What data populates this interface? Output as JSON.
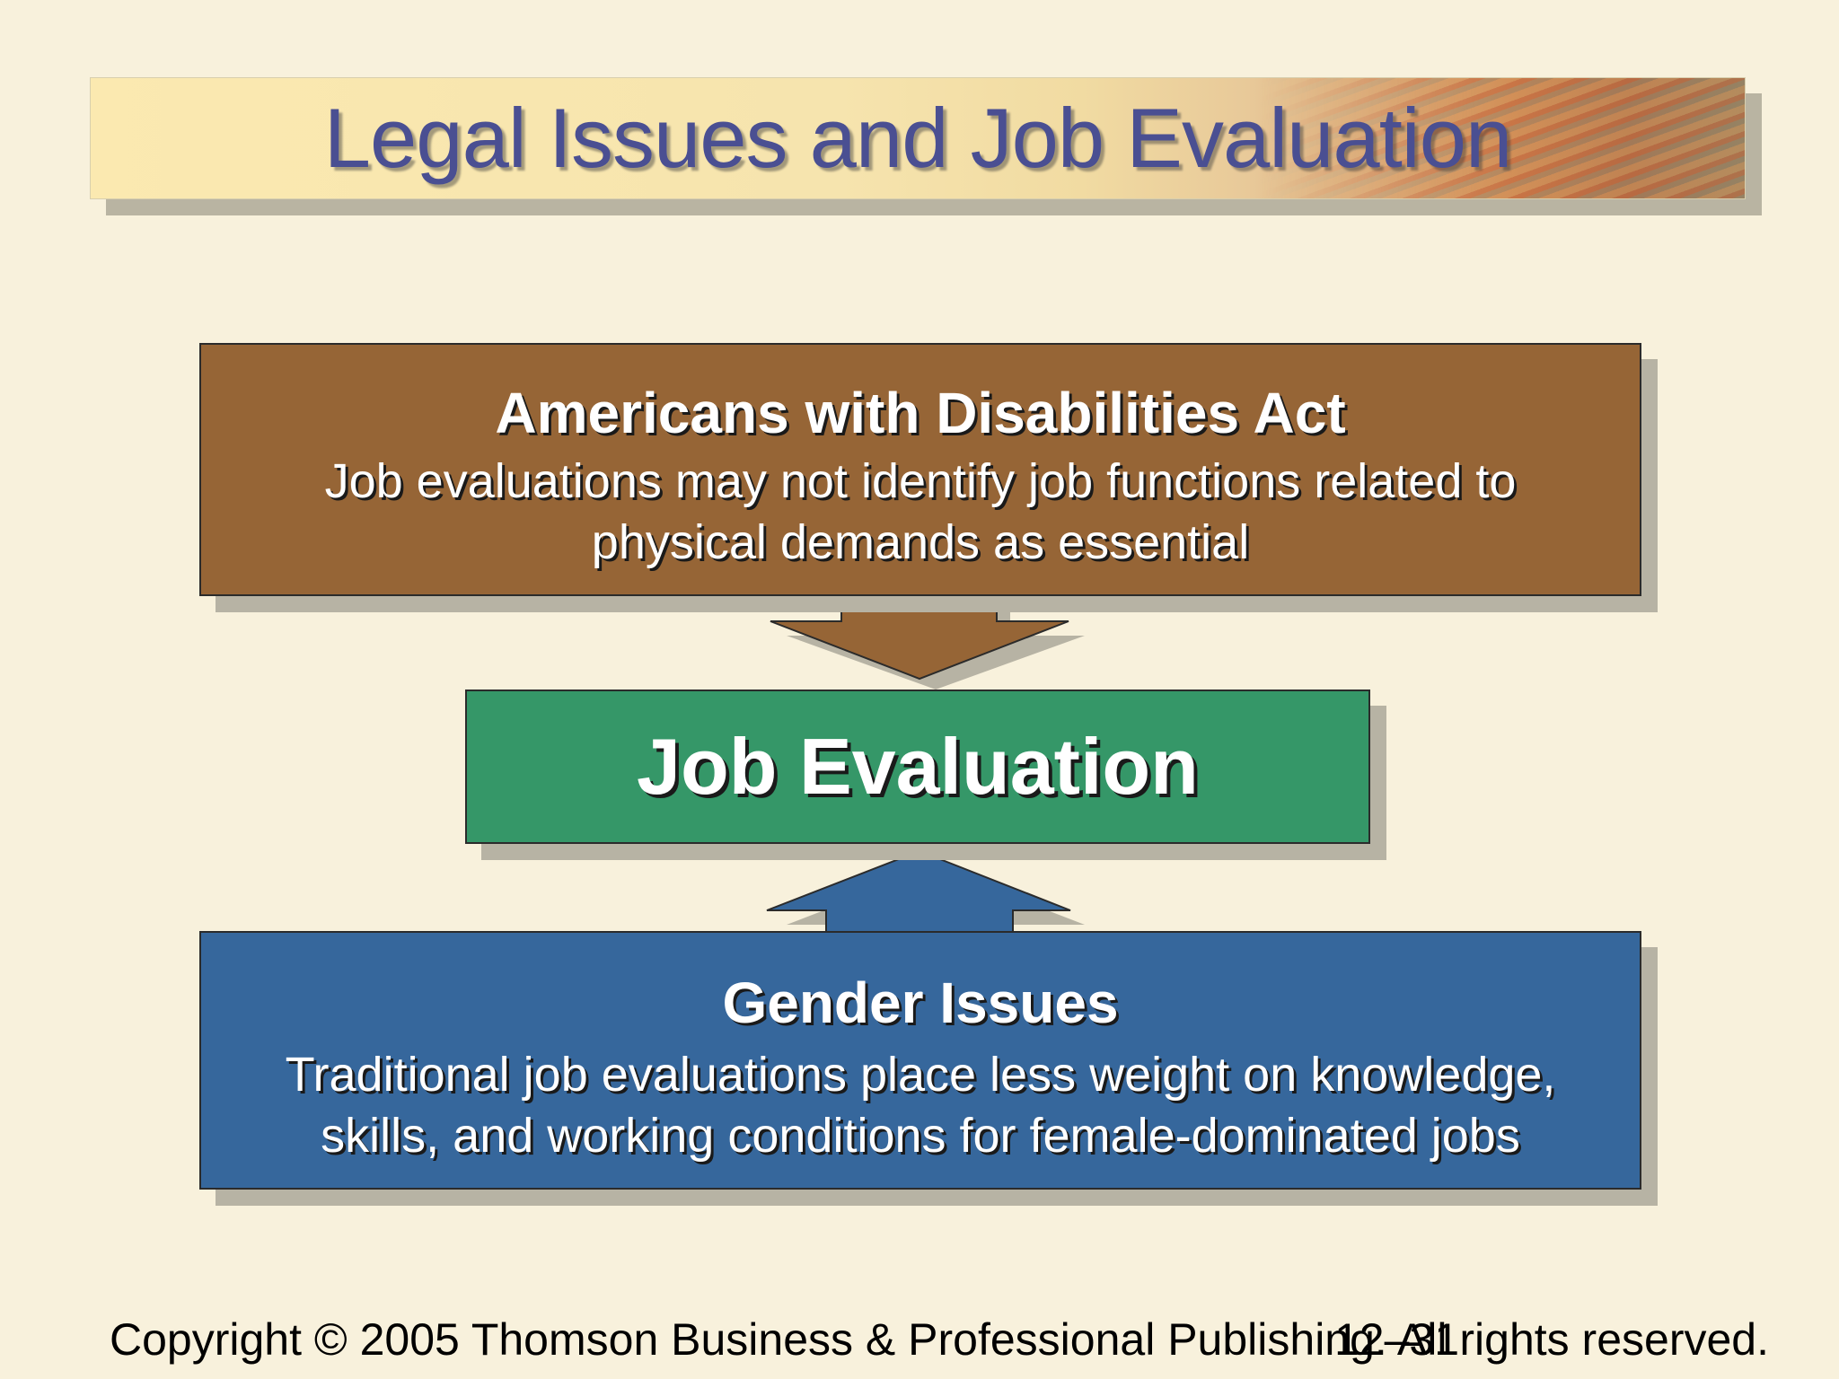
{
  "slide": {
    "title": "Legal Issues and Job Evaluation"
  },
  "diagram": {
    "top_box": {
      "heading": "Americans with Disabilities Act",
      "body_line1": "Job evaluations may not identify job functions related to",
      "body_line2": "physical demands as essential",
      "color": "#966536"
    },
    "center_box": {
      "label": "Job Evaluation",
      "color": "#359768"
    },
    "bottom_box": {
      "heading": "Gender Issues",
      "body_line1": "Traditional job evaluations place less weight on knowledge,",
      "body_line2": "skills, and working conditions for female-dominated jobs",
      "color": "#36679c"
    },
    "arrows": [
      {
        "from": "Americans with Disabilities Act",
        "to": "Job Evaluation",
        "direction": "down"
      },
      {
        "from": "Gender Issues",
        "to": "Job Evaluation",
        "direction": "up"
      }
    ]
  },
  "footer": {
    "copyright": "Copyright © 2005 Thomson Business & Professional Publishing. All rights reserved.",
    "page_number": "12–31"
  }
}
